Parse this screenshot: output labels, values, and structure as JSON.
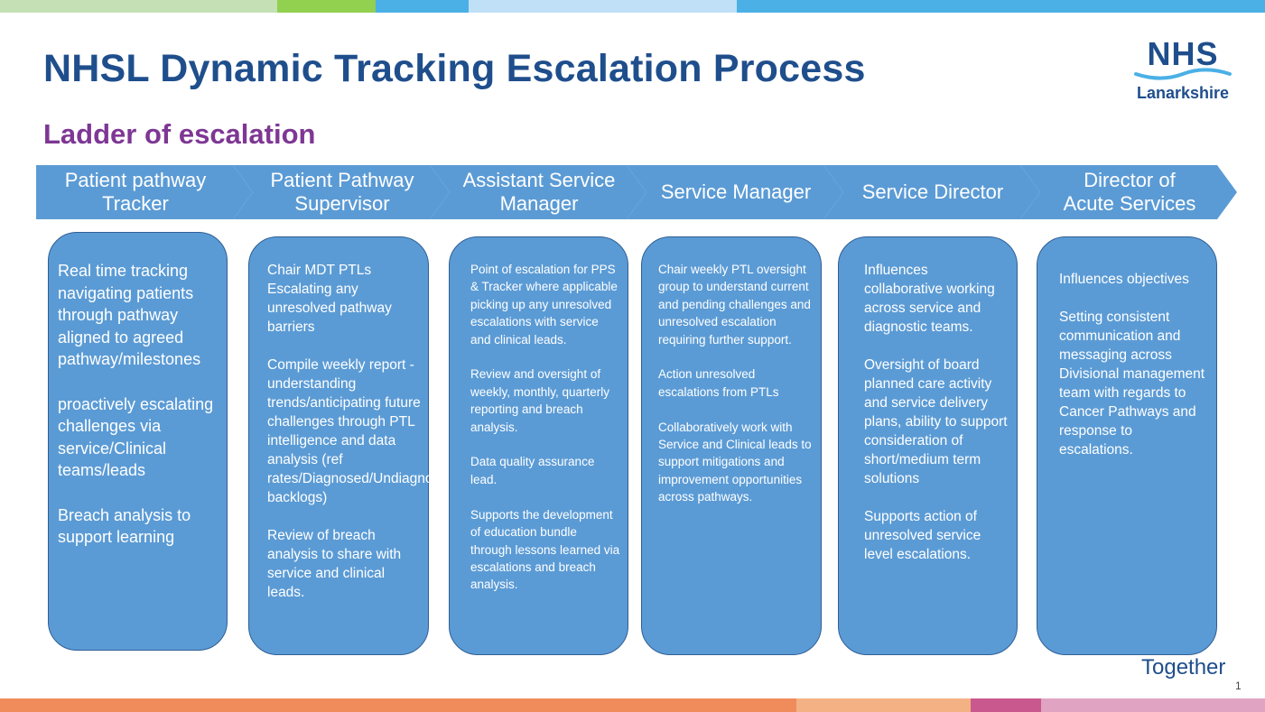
{
  "slide": {
    "title": "NHSL Dynamic Tracking Escalation Process",
    "subtitle": "Ladder of escalation",
    "page_number": "1",
    "footer_tagline": "Together"
  },
  "logo": {
    "mark": "NHS",
    "region": "Lanarkshire",
    "wave_icon": "nhs-wave-icon",
    "color": "#1f4e8c"
  },
  "colors": {
    "title": "#1f4e8c",
    "subtitle": "#7e3794",
    "chevron_fill": "#5b9bd5",
    "card_fill": "#5b9bd5",
    "card_border": "#2f5f95",
    "top_bar": [
      "#c5e0b4",
      "#92d050",
      "#4ab0e6",
      "#bfe0f6",
      "#4ab0e6"
    ],
    "bottom_bar": [
      "#f08b5c",
      "#f4b183",
      "#c9588e",
      "#e0a3c2"
    ]
  },
  "stages": [
    {
      "label": "Patient pathway\nTracker",
      "description": "Real time tracking navigating patients through pathway aligned to agreed pathway/milestones\n\nproactively escalating challenges via service/Clinical teams/leads\n\nBreach analysis to support learning"
    },
    {
      "label": "Patient Pathway\nSupervisor",
      "description": "Chair MDT PTLs\nEscalating any unresolved pathway barriers\n\nCompile weekly report - understanding trends/anticipating future challenges through PTL intelligence and data analysis  (ref rates/Diagnosed/Undiagnosed backlogs)\n\nReview of breach analysis to share with service and clinical leads."
    },
    {
      "label": "Assistant Service\nManager",
      "description": "Point of escalation for PPS & Tracker where applicable picking up any unresolved escalations with service and clinical leads.\n\nReview and oversight of weekly, monthly, quarterly reporting and breach analysis.\n\nData quality assurance lead.\n\nSupports the development of education bundle through lessons learned via escalations and breach analysis."
    },
    {
      "label": "Service Manager",
      "description": "Chair weekly PTL oversight group to understand current and pending challenges and unresolved escalation requiring further support.\n\nAction unresolved escalations from PTLs\n\nCollaboratively work with Service and Clinical leads to support mitigations and improvement opportunities  across pathways."
    },
    {
      "label": "Service Director",
      "description": "Influences collaborative working across service and diagnostic teams.\n\nOversight of board planned care activity and service delivery plans, ability to support consideration of short/medium term solutions\n\nSupports action of unresolved service level escalations."
    },
    {
      "label": "Director of\nAcute Services",
      "description": "Influences objectives\n\nSetting consistent communication  and messaging across Divisional management team with regards to Cancer Pathways and response to escalations."
    }
  ]
}
